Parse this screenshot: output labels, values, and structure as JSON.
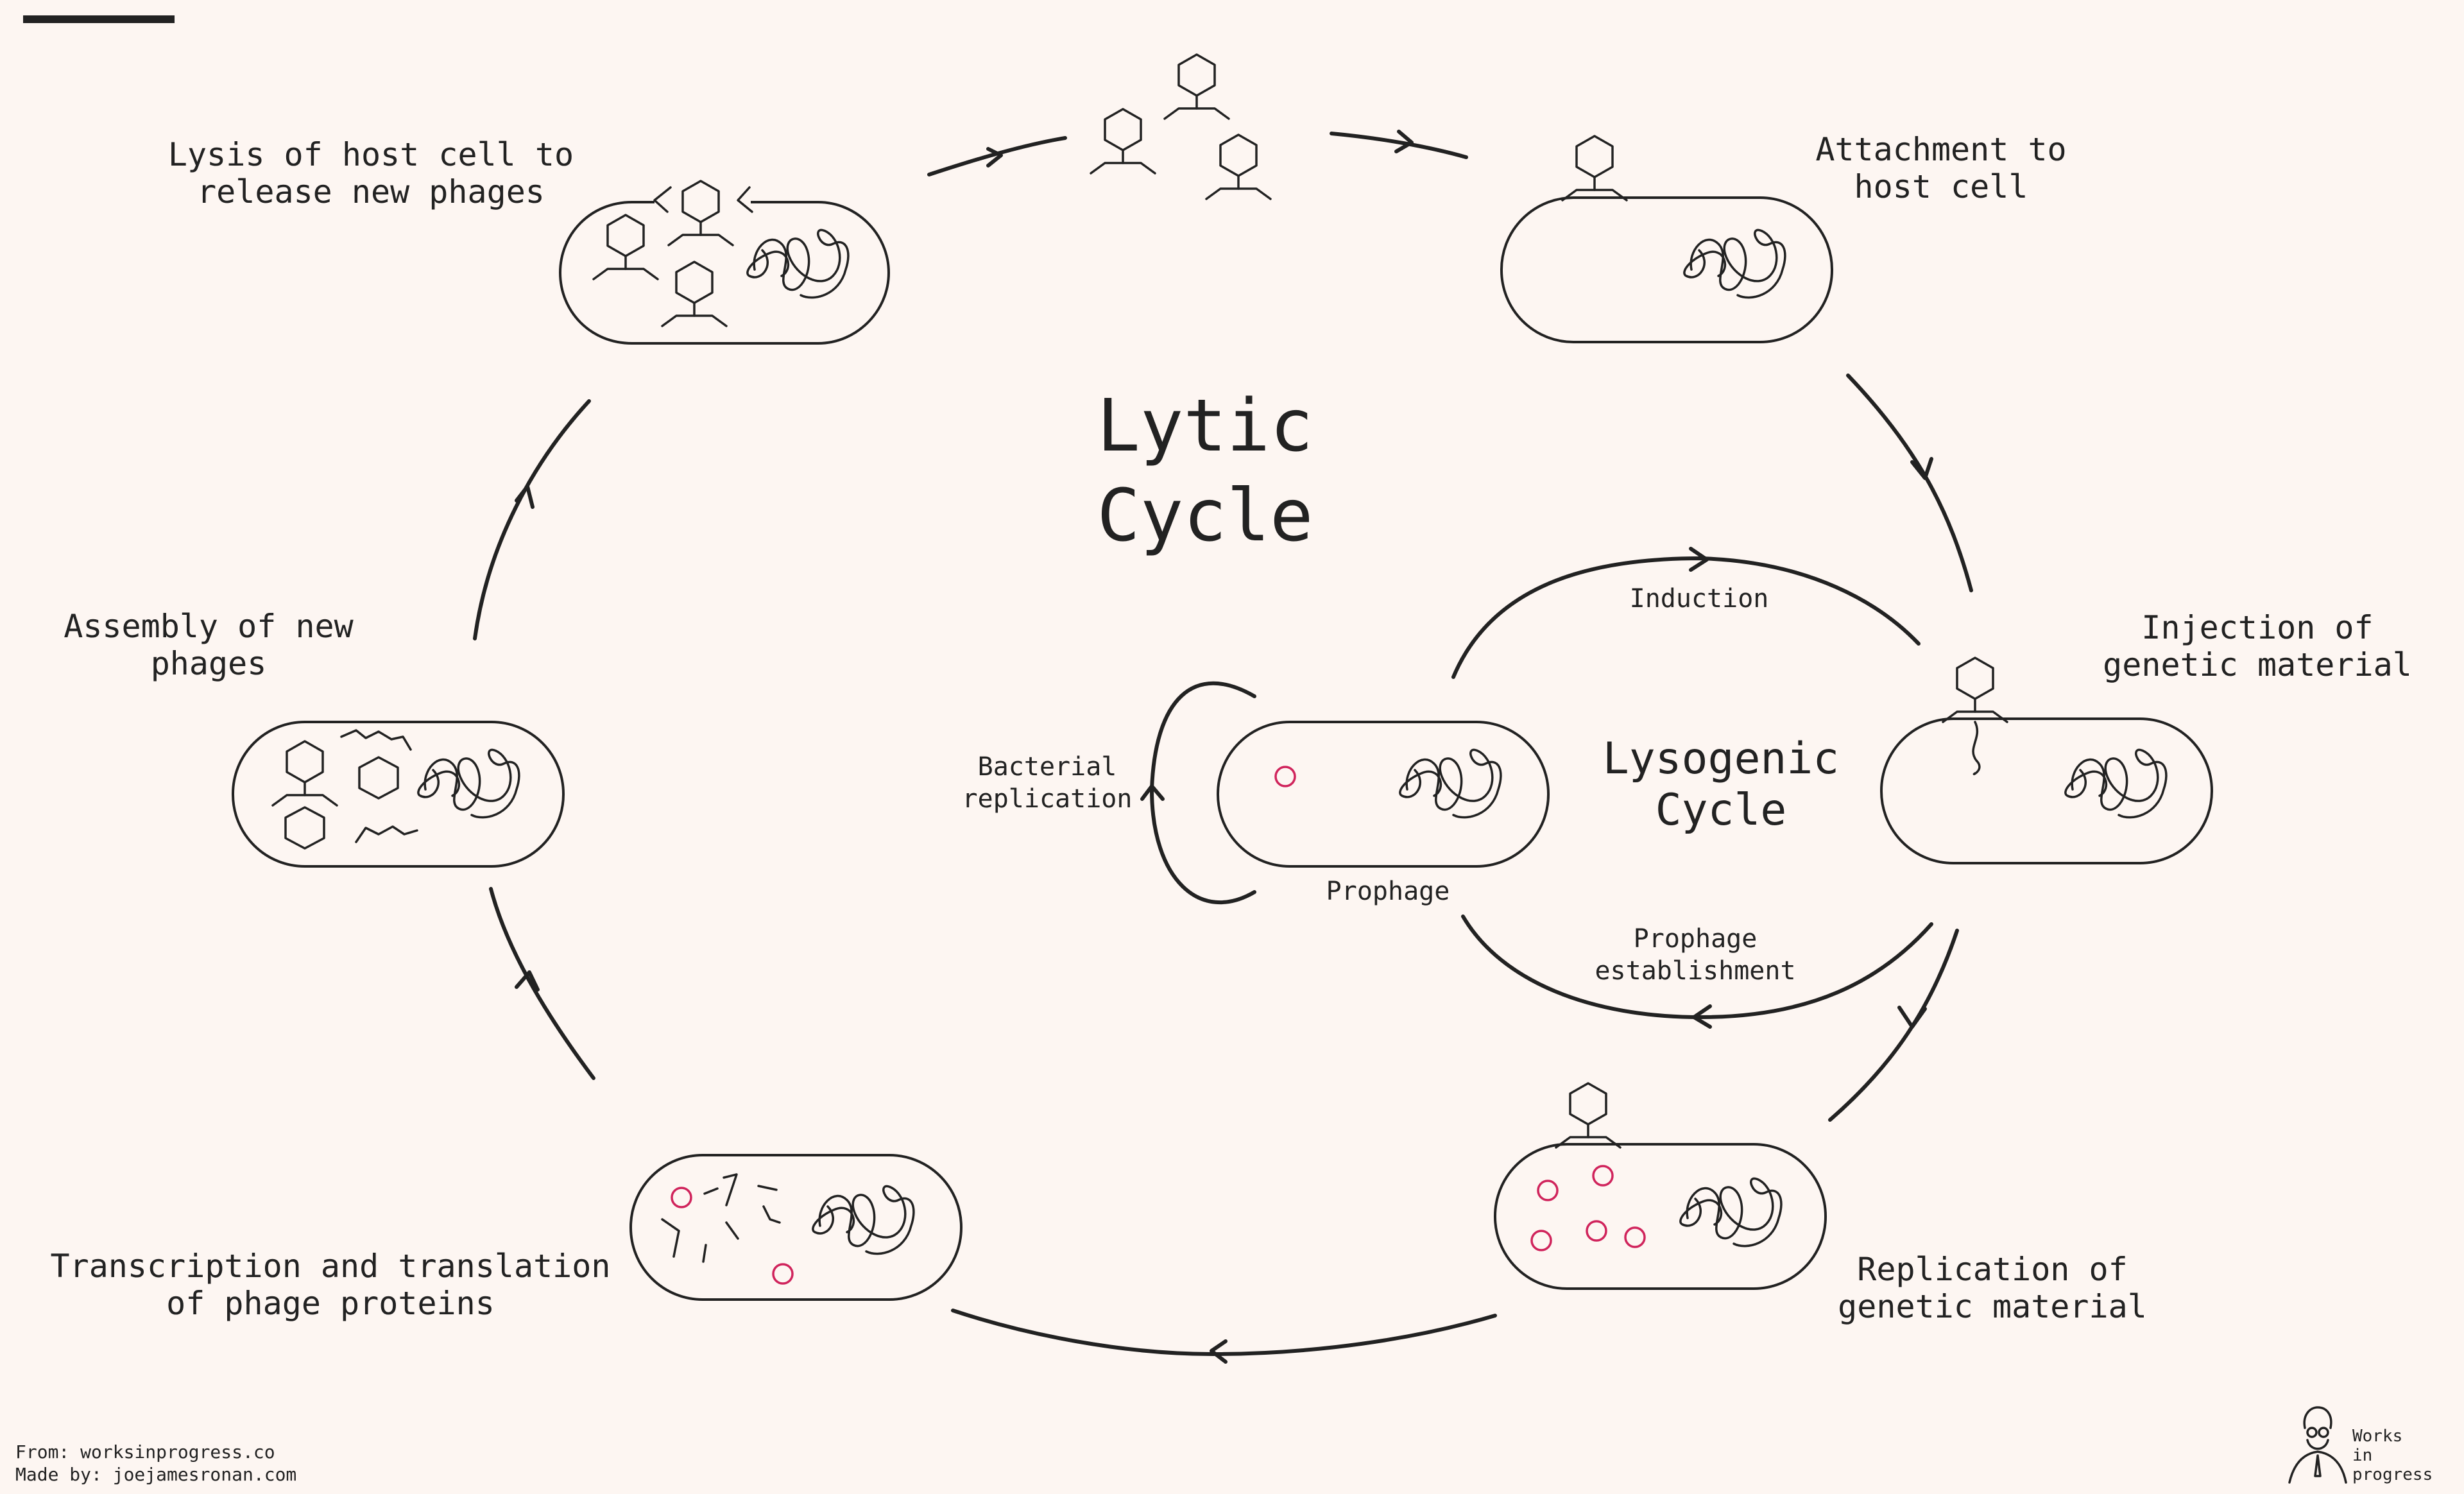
{
  "titles": {
    "lytic": [
      "Lytic",
      "Cycle"
    ],
    "lysogenic": [
      "Lysogenic",
      "Cycle"
    ]
  },
  "steps": {
    "attachment": [
      "Attachment to",
      "host cell"
    ],
    "injection": [
      "Injection of",
      "genetic material"
    ],
    "replication": [
      "Replication of",
      "genetic material"
    ],
    "transcription": [
      "Transcription and translation",
      "of phage proteins"
    ],
    "assembly": [
      "Assembly of new",
      "phages"
    ],
    "lysis": [
      "Lysis of host cell to",
      "release new phages"
    ]
  },
  "lysogenic_labels": {
    "induction": "Induction",
    "prophage_establishment": [
      "Prophage",
      "establishment"
    ],
    "prophage": "Prophage",
    "bacterial_replication": [
      "Bacterial",
      "replication"
    ]
  },
  "footer": {
    "from": "From: worksinprogress.co",
    "made_by": "Made by: joejamesronan.com",
    "logo_lines": [
      "Works",
      "in",
      "progress"
    ]
  },
  "colors": {
    "background": "#fdf6f2",
    "ink": "#222222",
    "accent": "#d0245c"
  }
}
